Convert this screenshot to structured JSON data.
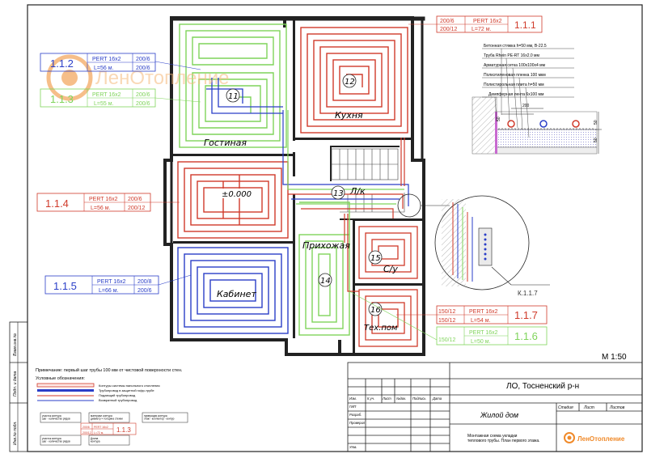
{
  "colors": {
    "red": "#d03a2a",
    "green": "#7fd45a",
    "blue": "#2a3ec8",
    "wall": "#222222",
    "brand_orange": "#f08a2a"
  },
  "logo": {
    "text": "ЛенОтопление"
  },
  "loops": {
    "l111": {
      "pipe": "PERT 16x2",
      "length": "L=72 м.",
      "d1": "200/6",
      "d2": "200/12",
      "code": "1.1.1"
    },
    "l112": {
      "pipe": "PERT 16x2",
      "length": "L=56 м.",
      "d1": "200/6",
      "d2": "200/6",
      "code": "1.1.2"
    },
    "l113": {
      "pipe": "PERT 16x2",
      "length": "L=55 м.",
      "d1": "200/6",
      "d2": "200/6",
      "code": "1.1.3"
    },
    "l114": {
      "pipe": "PERT 16x2",
      "length": "L=56 м.",
      "d1": "200/6",
      "d2": "200/12",
      "code": "1.1.4"
    },
    "l115": {
      "pipe": "PERT 16x2",
      "length": "L=66 м.",
      "d1": "200/8",
      "d2": "200/6",
      "code": "1.1.5"
    },
    "l116": {
      "pipe": "PERT 16x2",
      "length": "L=50 м.",
      "d1": "150/12",
      "code": "1.1.6"
    },
    "l117": {
      "pipe": "PERT 16x2",
      "length": "L=54 м.",
      "d1": "150/12",
      "d2": "150/12",
      "code": "1.1.7"
    }
  },
  "rooms": {
    "kitchen": "Кухня",
    "living": "Гостиная",
    "cabinet": "Кабинет",
    "hall": "Прихожая",
    "stairs": "Л/к",
    "bath": "С/у",
    "tech": "Тех.пом"
  },
  "room_numbers": [
    "11",
    "12",
    "13",
    "14",
    "15",
    "16"
  ],
  "level_mark": "±0.000",
  "collector_label": "К.1.1.7",
  "section_layers": [
    "Бетонная стяжка h=50 мм, B-22.5",
    "Труба Rhein PE-RT 16x2.0 мм",
    "Арматурная сетка 100x100x4 мм",
    "Полиэтиленовая пленка 100 мкм",
    "Полистирольная плита h=50 мм",
    "Демпферная лента 6x100 мм"
  ],
  "section_dims": [
    "50",
    "50",
    "200",
    "50"
  ],
  "scale": "М 1:50",
  "note": "Примечание: первый шаг трубы 100 мм от чистовой поверхности стен.",
  "legend": {
    "title": "Условные обозначения:",
    "items": [
      "Контуры системы напольного отопления",
      "Трубопровод в защитной гофр-трубе",
      "Подающий трубопровод",
      "Возвратный трубопровод"
    ],
    "sample_top_left": "участок контура\nшаг - количество рядов",
    "sample_top_right": "нумерация контура\nэтаж - коллектор - контур",
    "sample_bottom_left": "участок контура\nшаг - количество рядов",
    "sample_bottom_right": "Длина\nконтура",
    "sample_tag": {
      "d1": "200/6",
      "d2": "200/12",
      "pipe": "PERT 16x2",
      "length": "L=72 м.",
      "code": "1.1.3"
    },
    "sample_top_mid": "материал контура\nдиаметр × толщина стенки"
  },
  "stamp": {
    "location": "ЛО, Тосненский р-н",
    "object": "Жилой дом",
    "sheet_title": "Монтажная схема укладки\nтеплового трубы. План первого этажа.",
    "cols": [
      "Изм.",
      "К.уч.",
      "Лист",
      "№док.",
      "Подпись",
      "Дата"
    ],
    "rows": [
      "Разраб.",
      "Проверил",
      "ГИП",
      "Утв."
    ],
    "stage": "Стадия",
    "sheet": "Лист",
    "sheets": "Листов",
    "company": "ЛенОтопление"
  },
  "side_labels": [
    "Взам.инв.№",
    "Подп. и дата",
    "Инв.№ подл."
  ]
}
